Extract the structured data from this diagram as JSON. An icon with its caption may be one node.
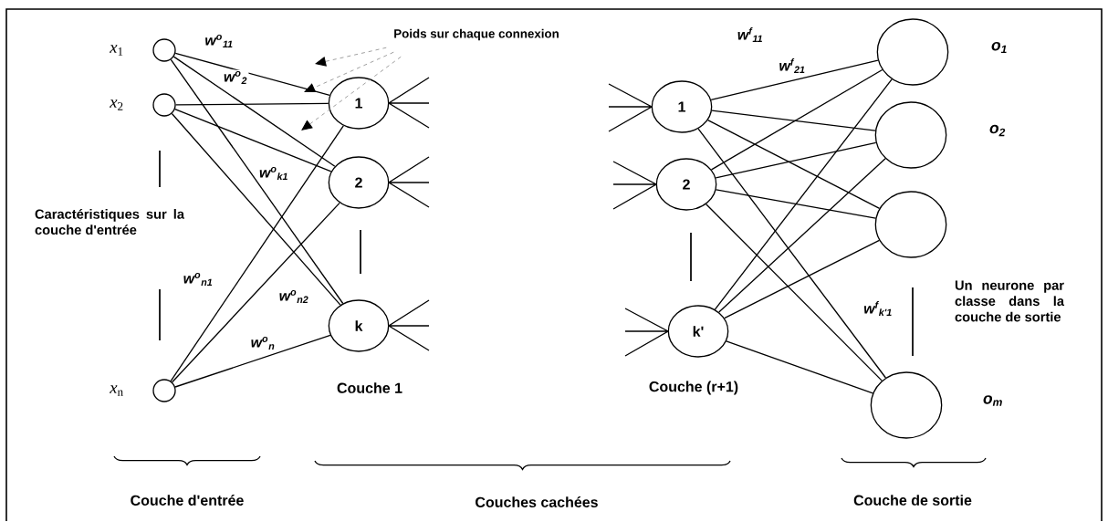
{
  "diagram": {
    "nodes": [
      {
        "text": [],
        "shape": "circle",
        "beside": [
          "*x*$_{1}$"
        ]
      },
      {
        "text": [],
        "shape": "circle",
        "beside": [
          "*x*$_{2}$"
        ]
      },
      {
        "text": [],
        "shape": "circle",
        "beside": [
          "*x*$_{n}$"
        ]
      },
      {
        "text": [
          "1"
        ]
      },
      {
        "text": [
          "2"
        ]
      },
      {
        "text": [
          "k"
        ]
      },
      {
        "text": [
          "1"
        ]
      },
      {
        "text": [
          "2"
        ]
      },
      {
        "text": [
          "k'"
        ]
      },
      {
        "text": [],
        "shape": "circle",
        "beside": [
          "o$_{1}$"
        ]
      },
      {
        "text": [],
        "shape": "circle",
        "beside": [
          "o$_{2}$"
        ]
      },
      {
        "text": [],
        "shape": "circle"
      },
      {
        "text": [],
        "shape": "circle",
        "beside": [
          "o$_{m}$"
        ]
      },
      {
        "text": [
          "Poids sur chaque connexion"
        ]
      }
    ],
    "edges": [
      {
        "from": 0,
        "to": 3,
        "arrow": "none"
      },
      {
        "from": 0,
        "to": 4,
        "arrow": "none"
      },
      {
        "from": 0,
        "to": 5,
        "arrow": "none"
      },
      {
        "from": 1,
        "to": 3,
        "arrow": "none"
      },
      {
        "from": 1,
        "to": 4,
        "arrow": "none"
      },
      {
        "from": 1,
        "to": 5,
        "arrow": "none"
      },
      {
        "from": 2,
        "to": 3,
        "arrow": "none"
      },
      {
        "from": 2,
        "to": 4,
        "arrow": "none"
      },
      {
        "from": 2,
        "to": 5,
        "arrow": "none"
      },
      {
        "from": 6,
        "to": 9,
        "arrow": "none"
      },
      {
        "from": 6,
        "to": 10,
        "arrow": "none"
      },
      {
        "from": 6,
        "to": 11,
        "arrow": "none"
      },
      {
        "from": 6,
        "to": 12,
        "arrow": "none"
      },
      {
        "from": 7,
        "to": 9,
        "arrow": "none"
      },
      {
        "from": 7,
        "to": 10,
        "arrow": "none"
      },
      {
        "from": 7,
        "to": 11,
        "arrow": "none"
      },
      {
        "from": 7,
        "to": 12,
        "arrow": "none"
      },
      {
        "from": 8,
        "to": 9,
        "arrow": "none"
      },
      {
        "from": 8,
        "to": 10,
        "arrow": "none"
      },
      {
        "from": 8,
        "to": 11,
        "arrow": "none"
      },
      {
        "from": 8,
        "to": 12,
        "arrow": "none"
      },
      {
        "from": 13,
        "to": null,
        "arrow": "to",
        "style": "dashed",
        "color": "#999999"
      },
      {
        "from": 13,
        "to": null,
        "arrow": "to",
        "style": "dashed",
        "color": "#999999"
      },
      {
        "from": 13,
        "to": null,
        "arrow": "to",
        "style": "dashed",
        "color": "#999999"
      }
    ],
    "labels": [
      "w$^{o}$$_{11}$",
      "w$^{o}$$_{2}$",
      "w$^{o}$$_{k1}$",
      "Caractéristiques sur la couche d'entrée",
      "w$^{o}$$_{n1}$",
      "w$^{o}$$_{n2}$",
      "w$^{o}$$_{n}$",
      "Couche 1",
      "Couche (r+1)",
      "w$^{f}$$_{11}$",
      "w$^{f}$$_{21}$",
      "w$^{f}$$_{k'1}$",
      "Un neurone par classe dans la couche de sortie",
      "Couche d'entrée",
      "Couches cachées",
      "Couche de sortie"
    ]
  }
}
